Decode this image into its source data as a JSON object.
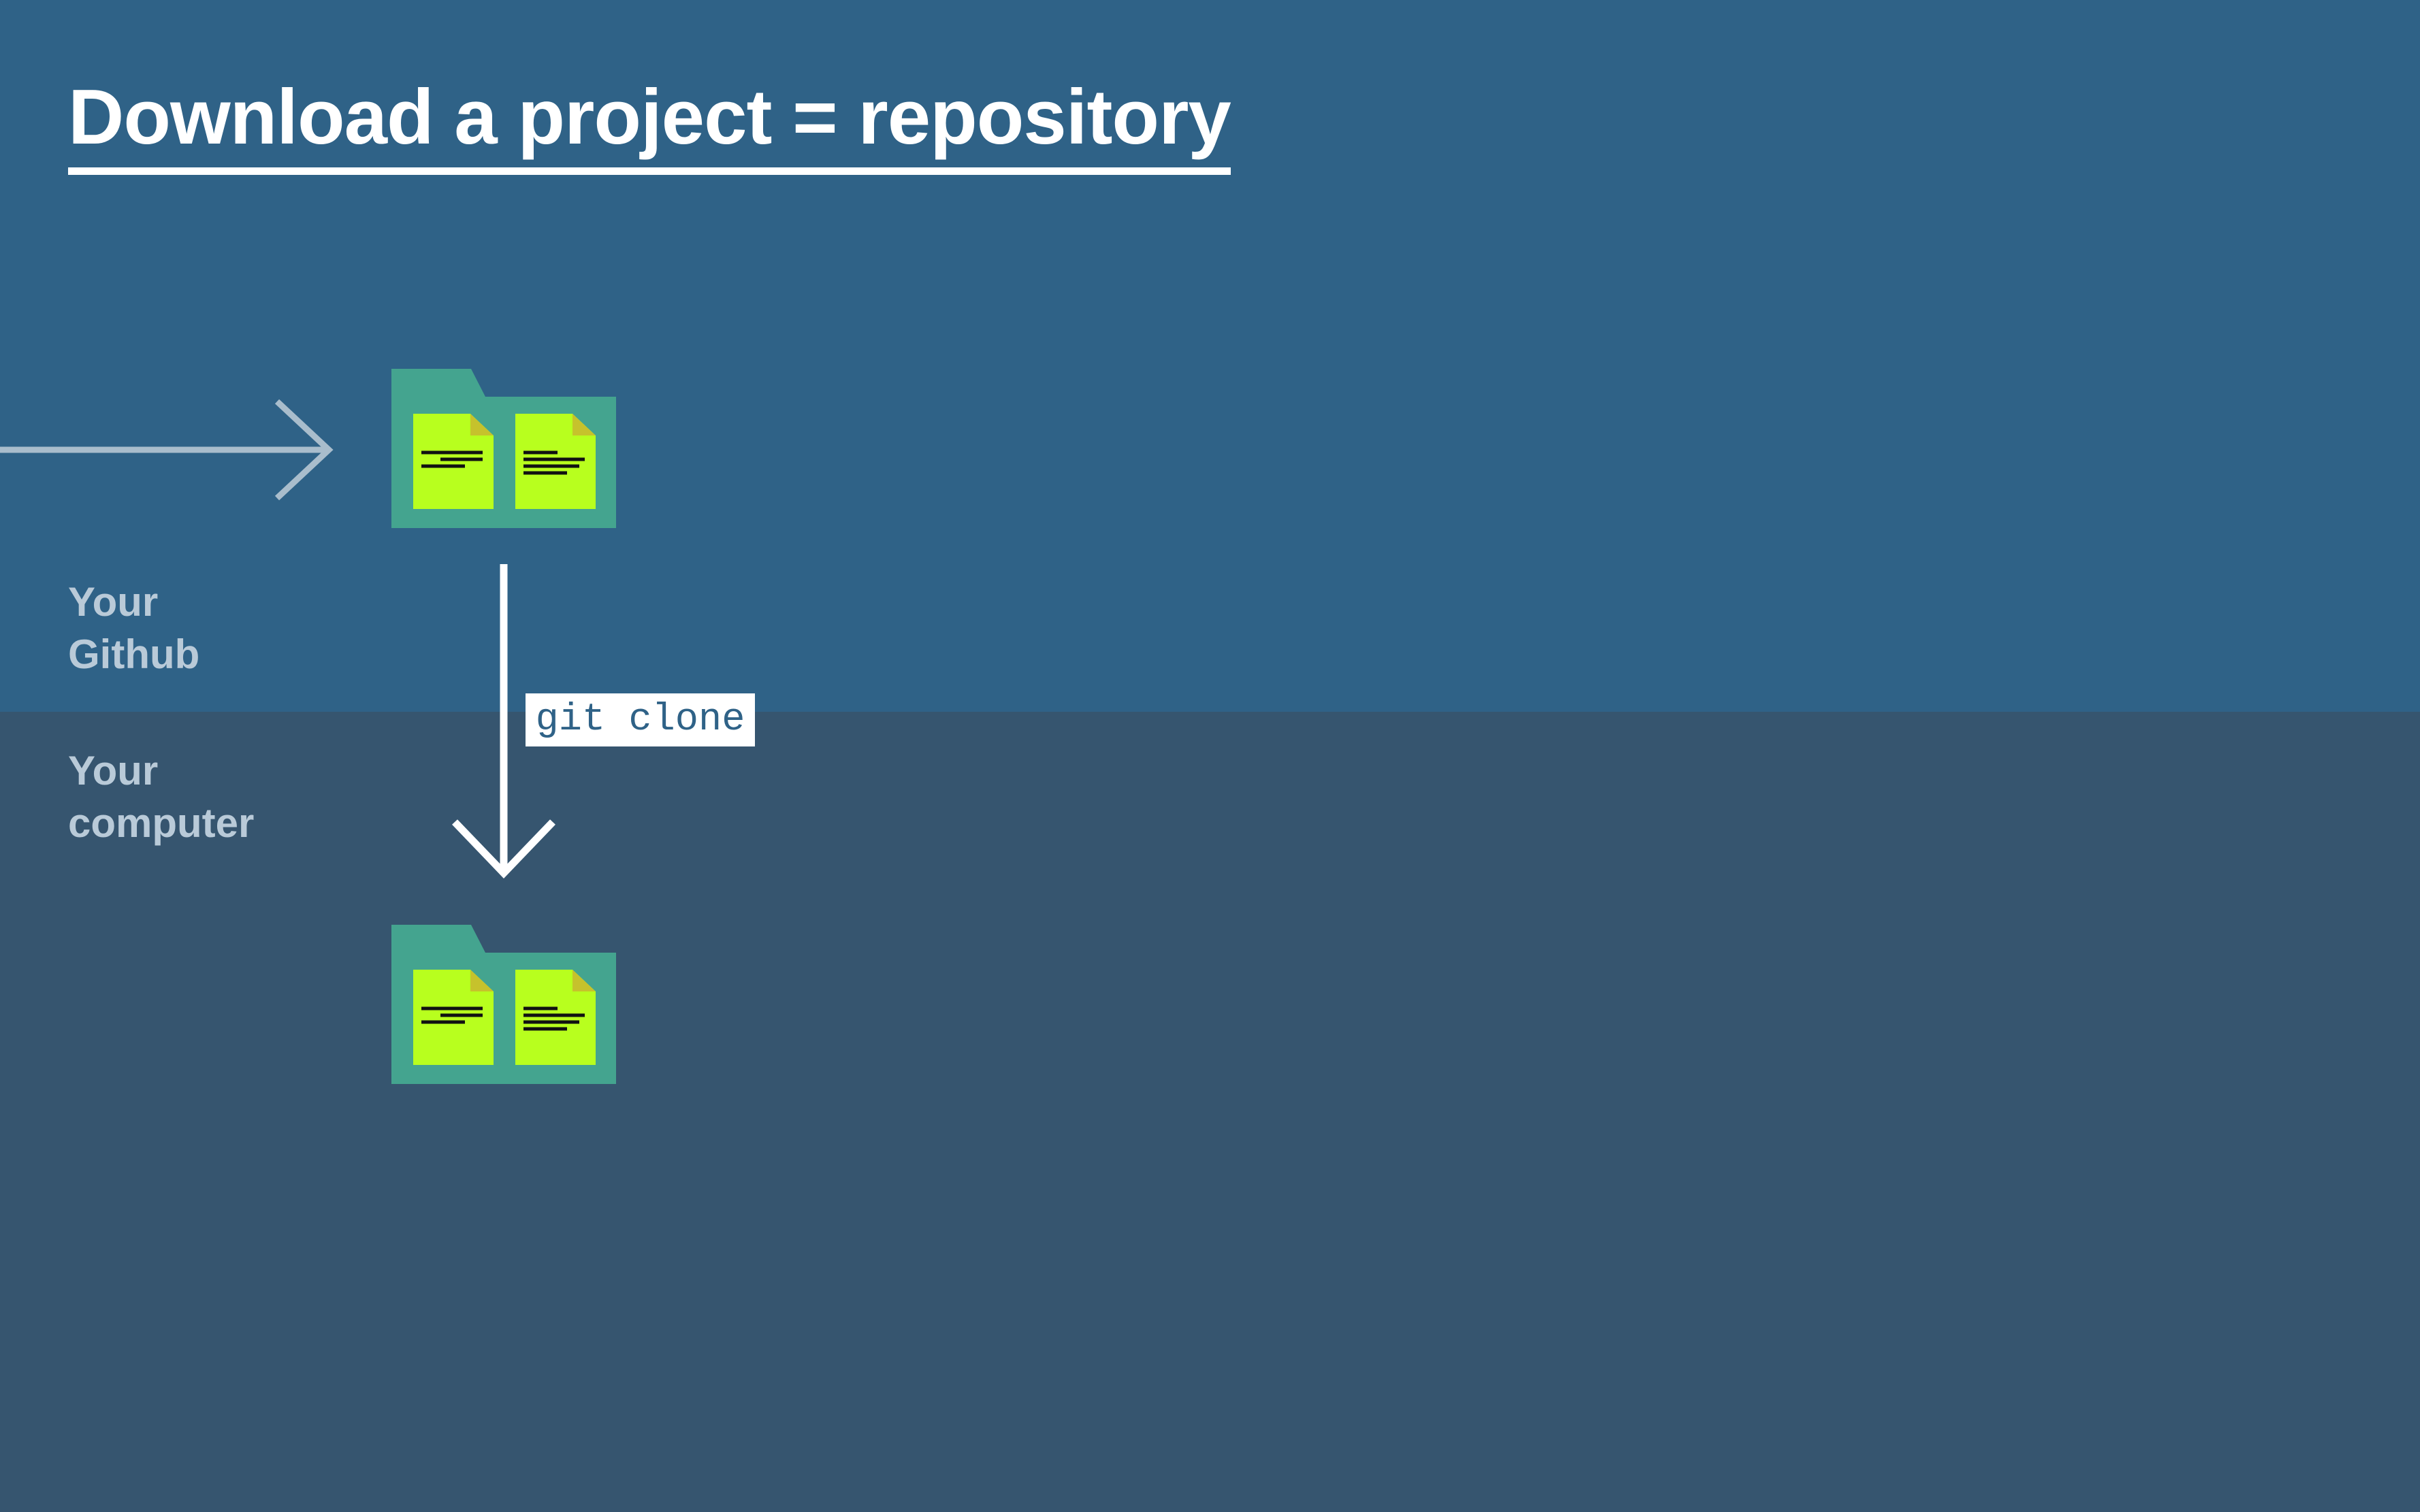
{
  "title": "Download a project = repository",
  "zones": {
    "github": {
      "line1": "Your",
      "line2": "Github"
    },
    "computer": {
      "line1": "Your",
      "line2": "computer"
    }
  },
  "command": "git clone",
  "icons": {
    "incoming_arrow": "arrow-right-icon",
    "clone_arrow": "arrow-down-icon",
    "remote_repo": "folder-with-documents-icon",
    "local_repo": "folder-with-documents-icon"
  },
  "colors": {
    "github_zone": "#2f6287",
    "computer_zone": "#36556f",
    "folder": "#44a48f",
    "document": "#b8ff1e",
    "label": "#b9cad8",
    "arrow_light": "#a9bdcc",
    "white": "#ffffff"
  }
}
